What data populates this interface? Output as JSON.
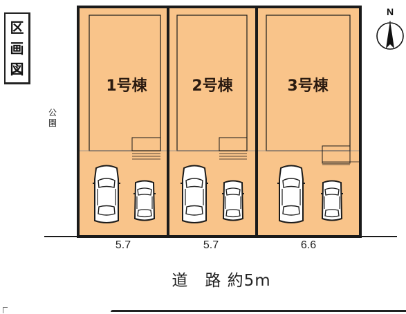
{
  "title": {
    "chars": [
      "区",
      "画",
      "図"
    ]
  },
  "park_label": "公園",
  "compass": {
    "label": "N"
  },
  "lots": [
    {
      "label": "1号棟",
      "frontage": "5.7"
    },
    {
      "label": "2号棟",
      "frontage": "5.7"
    },
    {
      "label": "3号棟",
      "frontage": "6.6"
    }
  ],
  "road_label": "道　路 約5m",
  "colors": {
    "lot_fill": "#f9c48a",
    "outline": "#1a1a1a",
    "car_fill": "#ffffff"
  }
}
